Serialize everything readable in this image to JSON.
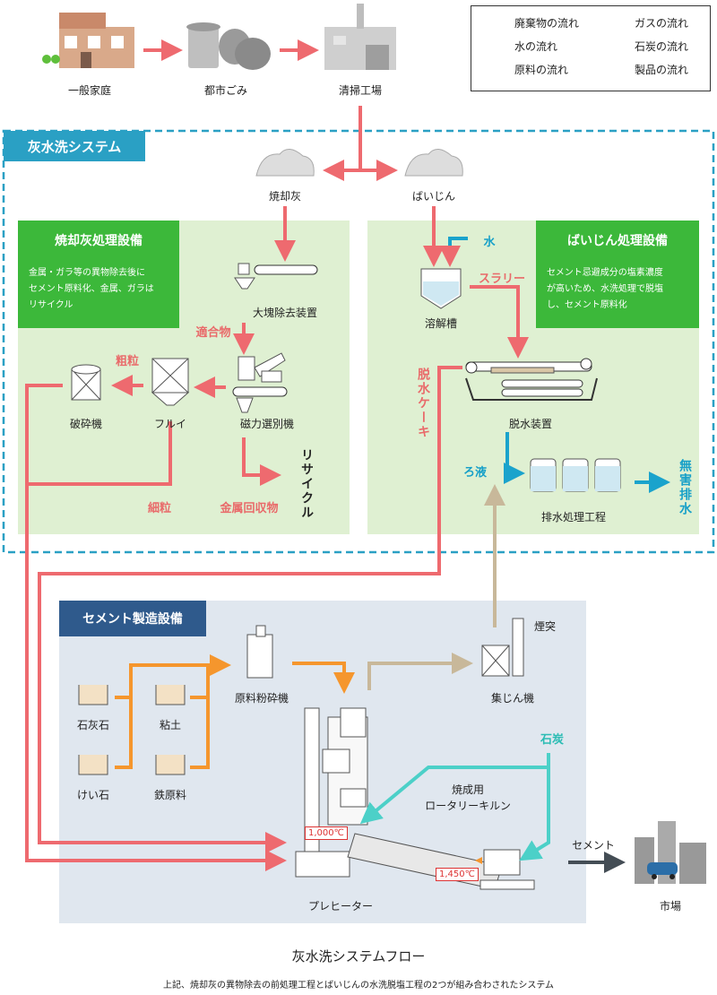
{
  "legend": {
    "waste": "廃棄物の流れ",
    "water": "水の流れ",
    "raw": "原料の流れ",
    "gas": "ガスの流れ",
    "coal": "石炭の流れ",
    "product": "製品の流れ"
  },
  "top": {
    "household": "一般家庭",
    "city_waste": "都市ごみ",
    "cleaning_plant": "清掃工場"
  },
  "system": {
    "title": "灰水洗システム",
    "ash": "焼却灰",
    "dust": "ばいじん"
  },
  "ash_facility": {
    "title": "焼却灰処理設備",
    "desc": "金属・ガラ等の異物除去後に\nセメント原料化、金属、ガラは\nリサイクル",
    "bulk_remover": "大塊除去装置",
    "suitable": "適合物",
    "magnetic": "磁力選別機",
    "sieve": "フルイ",
    "crusher": "破砕機",
    "coarse": "粗粒",
    "fine": "細粒",
    "metal": "金属回収物",
    "recycle": "リサイクル"
  },
  "dust_facility": {
    "title": "ばいじん処理設備",
    "desc": "セメント忌避成分の塩素濃度\nが高いため、水洗処理で脱塩\nし、セメント原料化",
    "water": "水",
    "slurry": "スラリー",
    "dissolving_tank": "溶解槽",
    "dehydrator": "脱水装置",
    "cake": "脱水ケーキ",
    "filtrate": "ろ液",
    "wastewater": "排水処理工程",
    "harmless": "無害排水"
  },
  "cement": {
    "title": "セメント製造設備",
    "limestone": "石灰石",
    "clay": "粘土",
    "silica": "けい石",
    "iron": "鉄原料",
    "raw_mill": "原料粉砕機",
    "chimney": "煙突",
    "collector": "集じん機",
    "coal": "石炭",
    "kiln": "焼成用\nロータリーキルン",
    "preheater": "プレヒーター",
    "temp1": "1,000℃",
    "temp2": "1,450℃",
    "cement_out": "セメント",
    "market": "市場"
  },
  "caption": {
    "title": "灰水洗システムフロー",
    "sub": "上記、焼却灰の異物除去の前処理工程とばいじんの水洗脱塩工程の2つが組み合わされたシステム"
  },
  "colors": {
    "waste": "#ee6a6f",
    "water": "#1aa3cc",
    "raw": "#f5962d",
    "gas": "#c8b89a",
    "coal": "#4cd0c8",
    "product": "#444d55",
    "green_panel": "#dff0d2",
    "green_title": "#3cb83a",
    "system_title": "#2aa0c4",
    "cement_panel": "#e0e7ef",
    "cement_title": "#2f5a8c"
  }
}
